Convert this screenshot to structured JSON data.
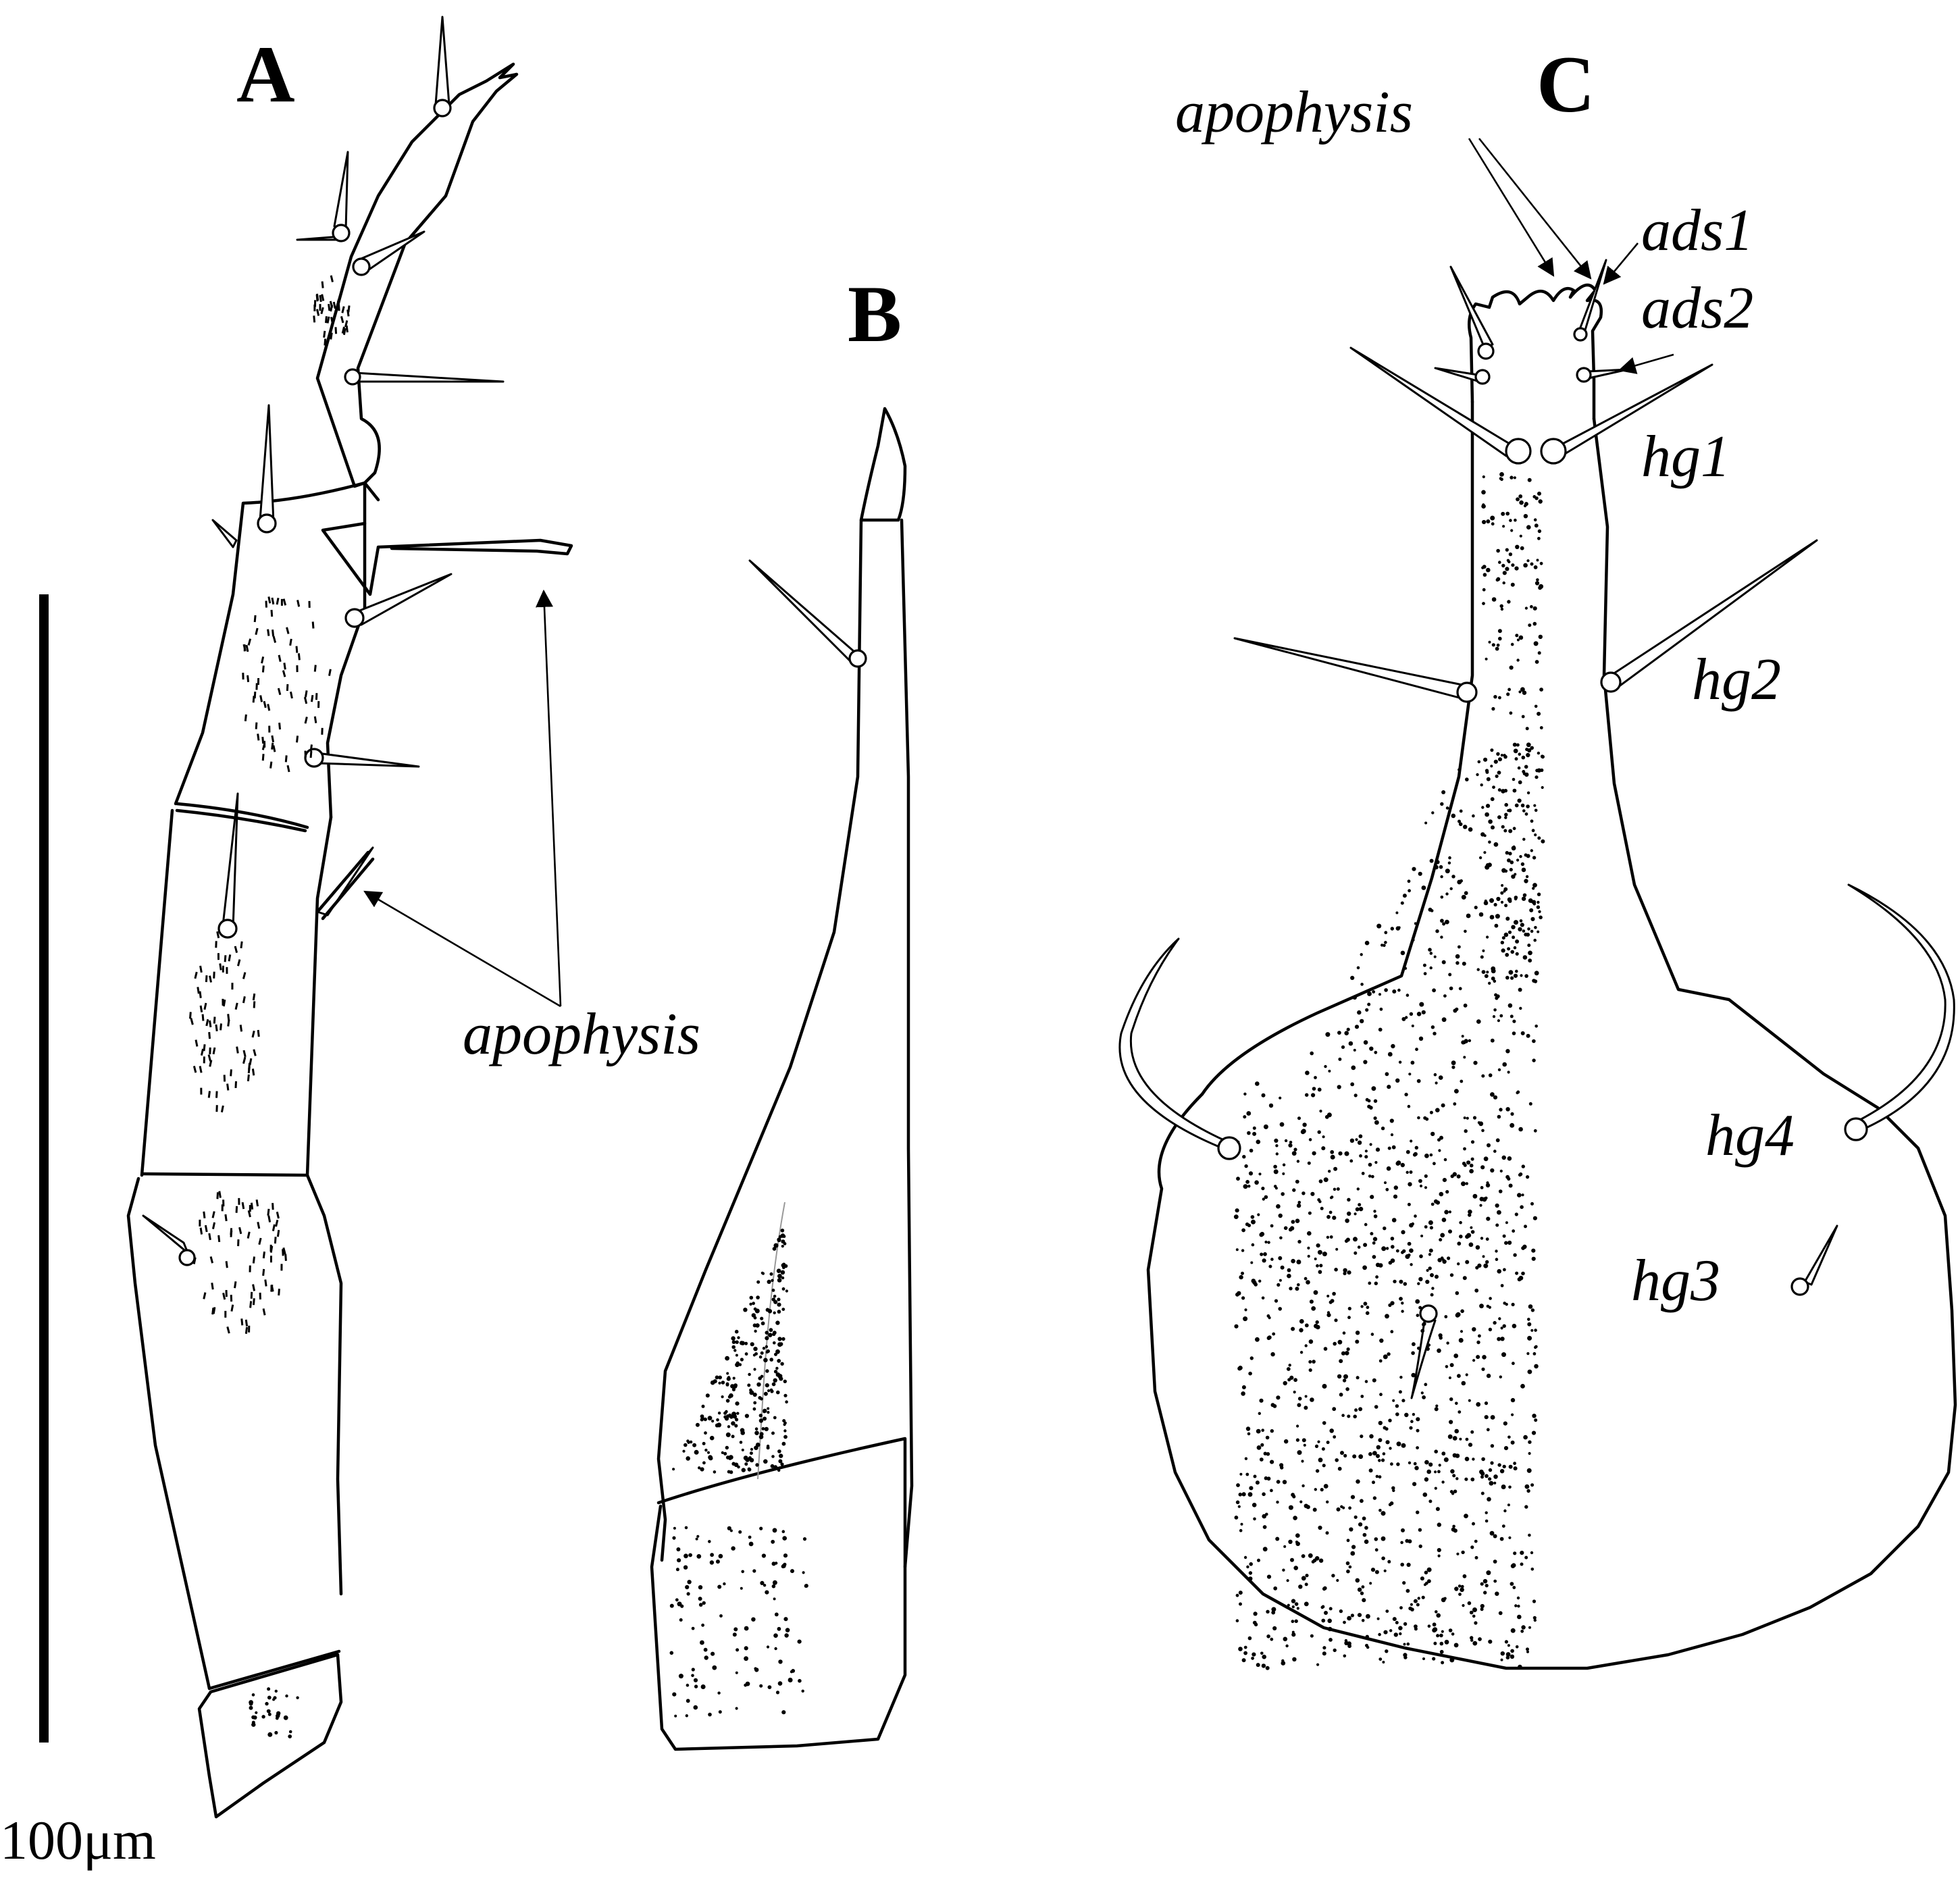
{
  "figure": {
    "panel_labels": {
      "a": "A",
      "b": "B",
      "c": "C"
    },
    "scale_bar": {
      "label": "100μm"
    },
    "panel_a": {
      "callout": "apophysis"
    },
    "panel_c": {
      "callouts": {
        "apophysis": "apophysis",
        "ads1": "ads1",
        "ads2": "ads2",
        "hg1": "hg1",
        "hg2": "hg2",
        "hg3": "hg3",
        "hg4": "hg4"
      }
    },
    "colors": {
      "ink": "#000000",
      "background": "#ffffff"
    }
  }
}
